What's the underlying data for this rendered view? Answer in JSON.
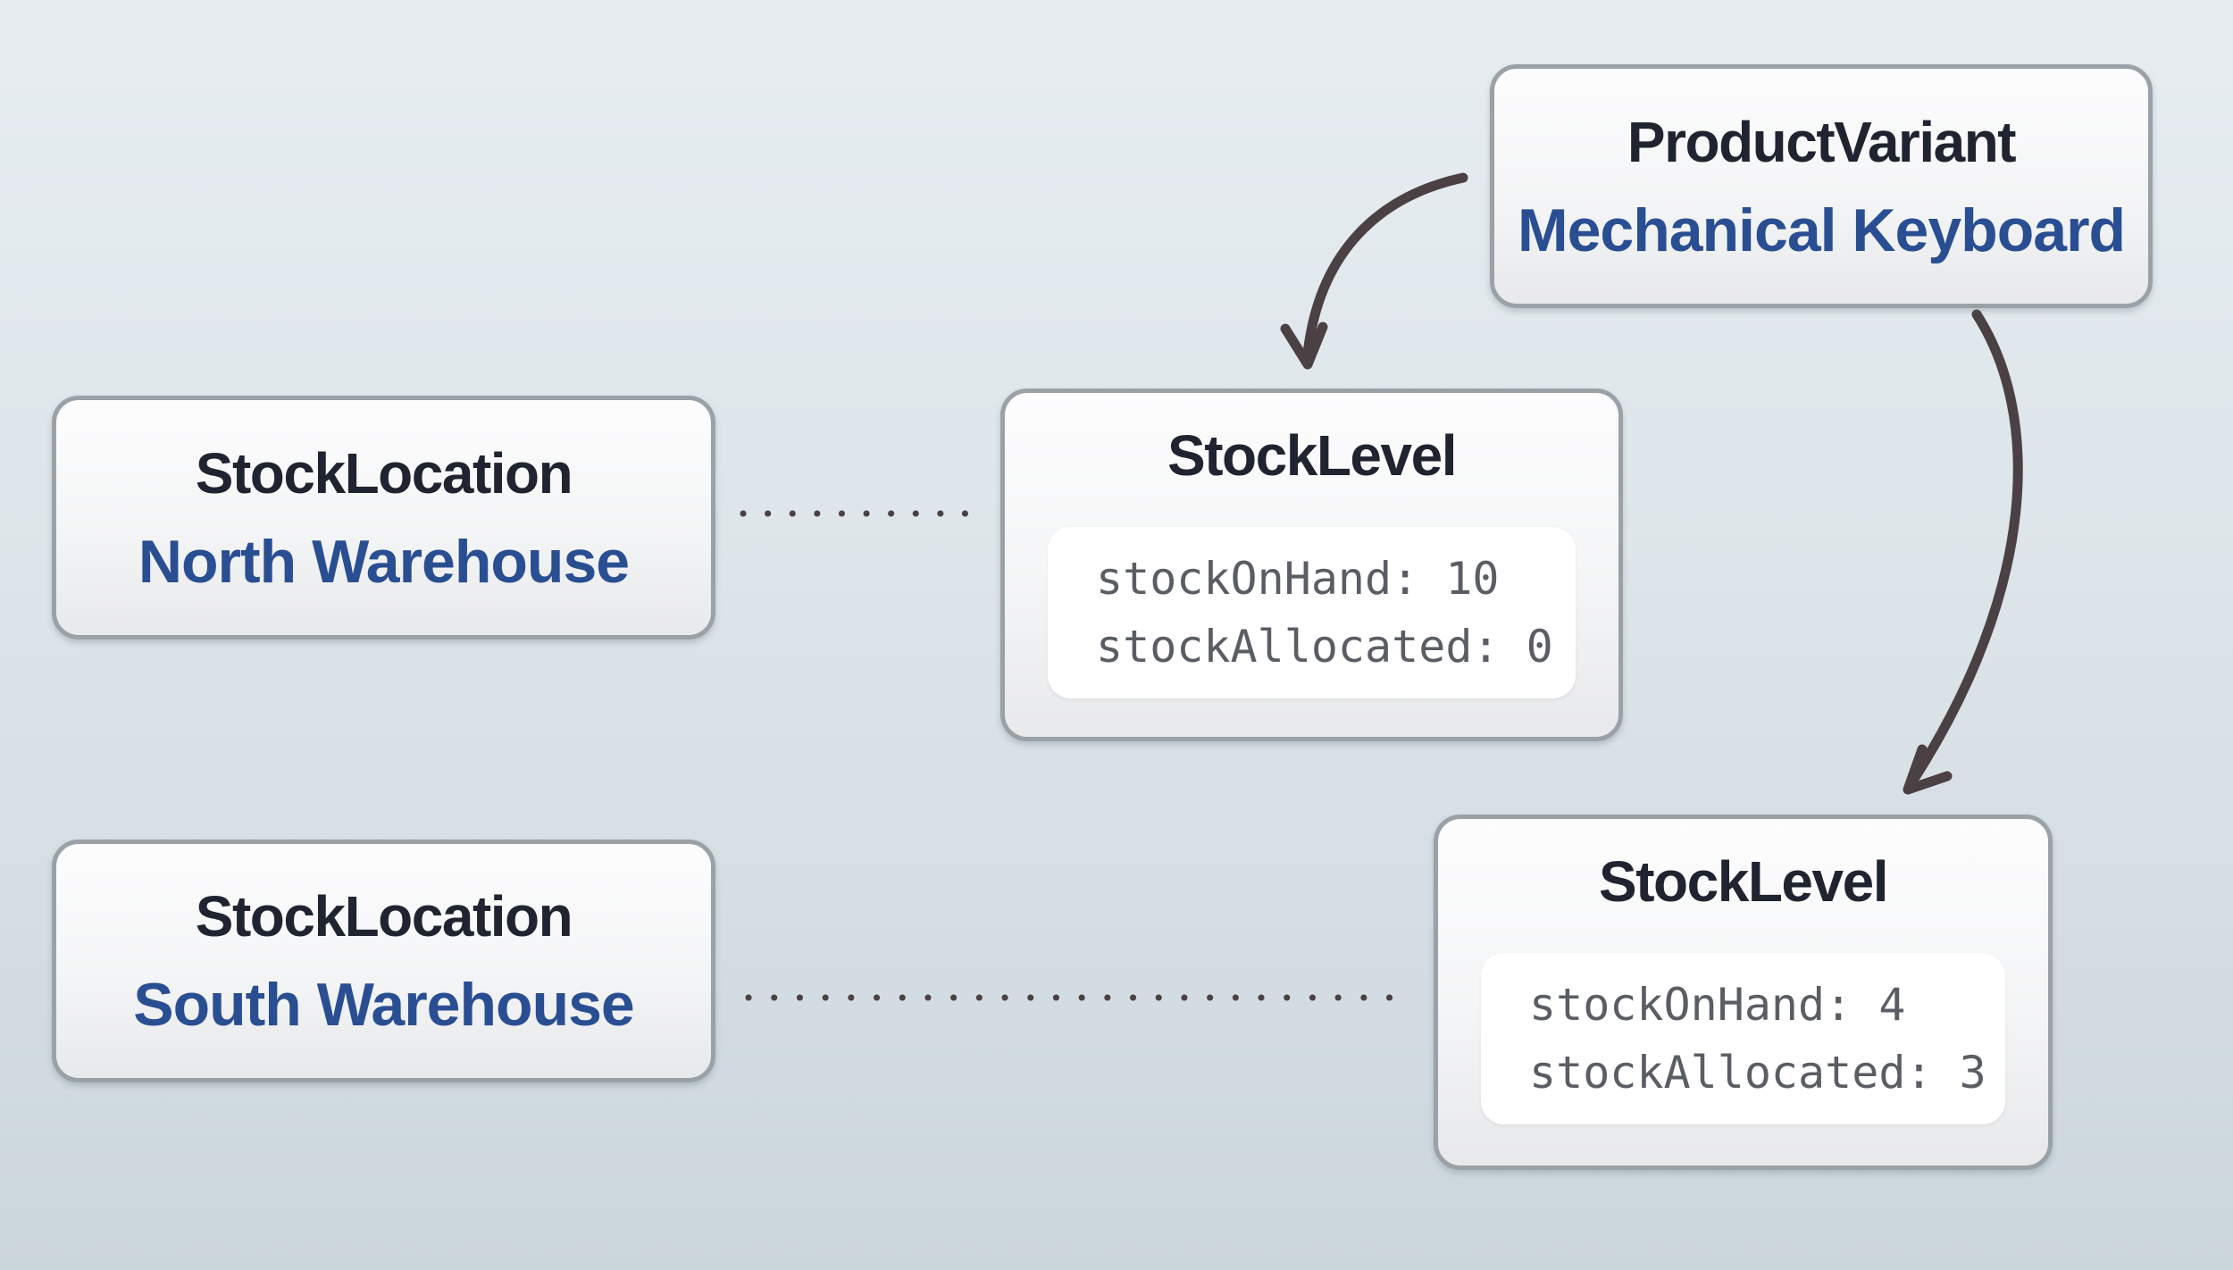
{
  "nodes": {
    "productVariant": {
      "title": "ProductVariant",
      "subtitle": "Mechanical Keyboard"
    },
    "stockLocationNorth": {
      "title": "StockLocation",
      "subtitle": "North Warehouse"
    },
    "stockLocationSouth": {
      "title": "StockLocation",
      "subtitle": "South Warehouse"
    },
    "stockLevelNorth": {
      "title": "StockLevel",
      "lines": [
        "stockOnHand: 10",
        "stockAllocated: 0"
      ]
    },
    "stockLevelSouth": {
      "title": "StockLevel",
      "lines": [
        "stockOnHand: 4",
        "stockAllocated: 3"
      ]
    }
  },
  "edges": [
    {
      "from": "ProductVariant",
      "to": "StockLevel (North Warehouse)",
      "style": "curved-arrow"
    },
    {
      "from": "ProductVariant",
      "to": "StockLevel (South Warehouse)",
      "style": "curved-arrow"
    },
    {
      "from": "StockLocation North Warehouse",
      "to": "StockLevel (North Warehouse)",
      "style": "dotted-line"
    },
    {
      "from": "StockLocation South Warehouse",
      "to": "StockLevel (South Warehouse)",
      "style": "dotted-line"
    }
  ],
  "colors": {
    "bg-top": "#e7edf1",
    "bg-mid": "#dde5ea",
    "bg-bottom": "#cbd6dc",
    "box-border": "#9aa1a7",
    "box-top": "#fdfdfe",
    "box-bottom": "#e8e9eb",
    "title-color": "#1f2430",
    "accent-blue": "#2a4e92",
    "code-text": "#5a5e64",
    "connector": "#4b4043",
    "panel": "#ffffff"
  }
}
